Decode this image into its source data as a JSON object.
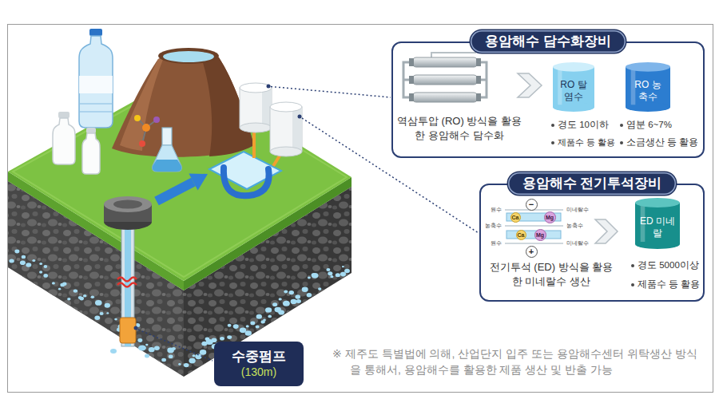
{
  "diagram": {
    "nodes": [
      {
        "text": [
          "용암해수 담수화장비"
        ]
      },
      {
        "text": [
          "RO 탈염수"
        ],
        "in": 0
      },
      {
        "text": [
          "RO 농축수"
        ],
        "in": 0
      },
      {
        "text": [
          "용암해수 전기투석장비"
        ]
      },
      {
        "text": [
          "−"
        ],
        "in": 3
      },
      {
        "text": [
          "Ca"
        ],
        "in": 3
      },
      {
        "text": [
          "Mg"
        ],
        "in": 3
      },
      {
        "text": [
          "Ca"
        ],
        "in": 3
      },
      {
        "text": [
          "Mg"
        ],
        "in": 3
      },
      {
        "text": [
          "+"
        ],
        "in": 3
      },
      {
        "text": [
          "ED 미네랄"
        ],
        "in": 3
      },
      {
        "text": [
          "수중펌프",
          "(130m)"
        ]
      }
    ],
    "labels": [
      "역삼투압 (RO) 방식을 활용한 용암해수 담수화",
      "경도 10이하",
      "제품수 등 활용",
      "염분 6~7%",
      "소금생산 등 활용",
      "원수",
      "미네랄수",
      "농축수",
      "농축수",
      "원수",
      "미네랄수",
      "전기투석 (ED) 방식을 활용한 미네랄수 생산",
      "경도 5000이상",
      "제품수 등 활용",
      "※ 제주도 특별법에 의해, 산업단지 입주 또는 용암해수센터 위탁생산 방식을 통해서, 용암해수를 활용한 제품 생산 및 반출 가능"
    ]
  }
}
